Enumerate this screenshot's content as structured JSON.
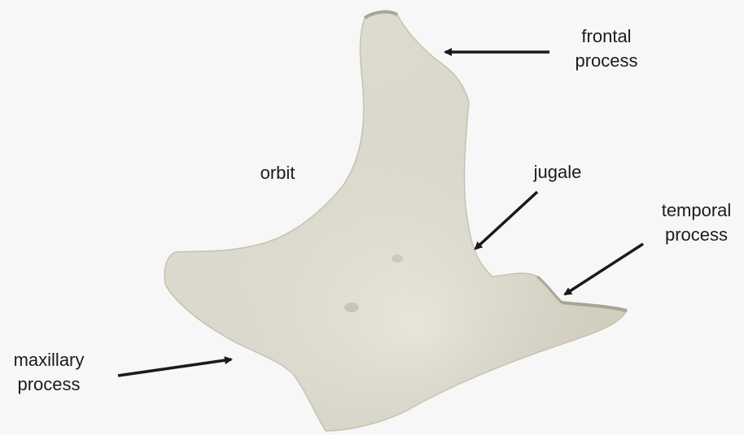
{
  "labels": {
    "frontal": {
      "line1": "frontal",
      "line2": "process"
    },
    "orbit": "orbit",
    "jugale": "jugale",
    "temporal": {
      "line1": "temporal",
      "line2": "process"
    },
    "maxillary": {
      "line1": "maxillary",
      "line2": "process"
    }
  },
  "colors": {
    "background": "#f7f7f7",
    "bone": "#ecebdf",
    "bone_shadow": "#d7d5c6",
    "arrow": "#1a1a1a",
    "text": "#1c1c1c"
  }
}
